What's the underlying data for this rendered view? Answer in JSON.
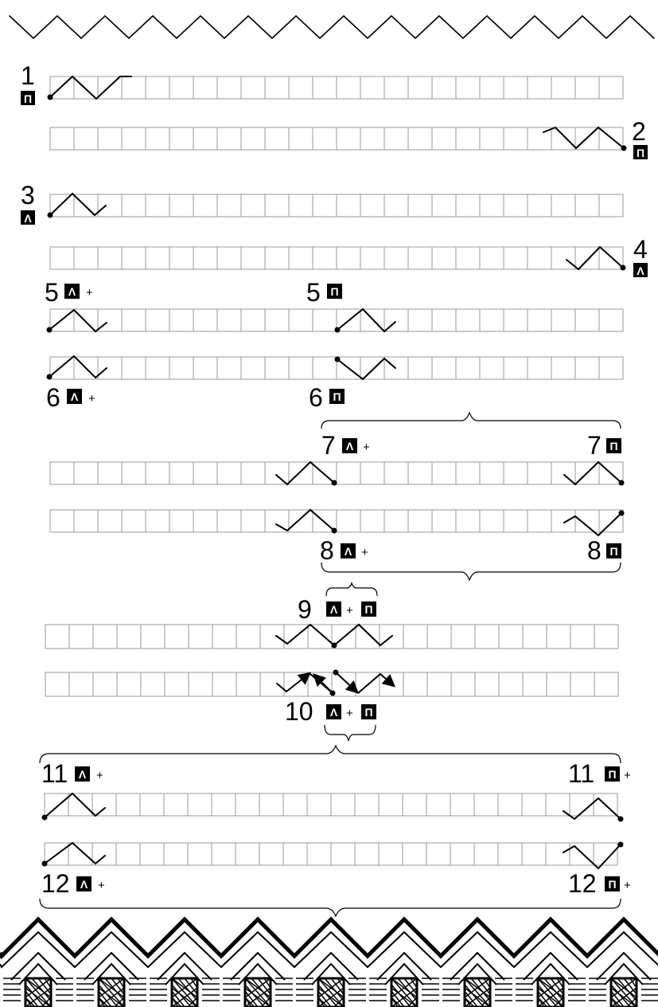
{
  "labels": {
    "n1": "1",
    "n2": "2",
    "n3": "3",
    "n4": "4",
    "n5a": "5",
    "n5b": "5",
    "n6a": "6",
    "n6b": "6",
    "n7a": "7",
    "n7b": "7",
    "n8a": "8",
    "n8b": "8",
    "n9": "9",
    "n10": "10",
    "n11a": "11",
    "n11b": "11",
    "n12a": "12",
    "n12b": "12"
  },
  "symbols": {
    "pi": "П",
    "lambda": "Λ",
    "plus": "+"
  },
  "colors": {
    "ink": "#000000",
    "grid": "#9a9a9a",
    "background": "#ffffff"
  },
  "icons": {
    "hand_marker": "black-square-letter-badge",
    "arrow": "arrow-head"
  }
}
